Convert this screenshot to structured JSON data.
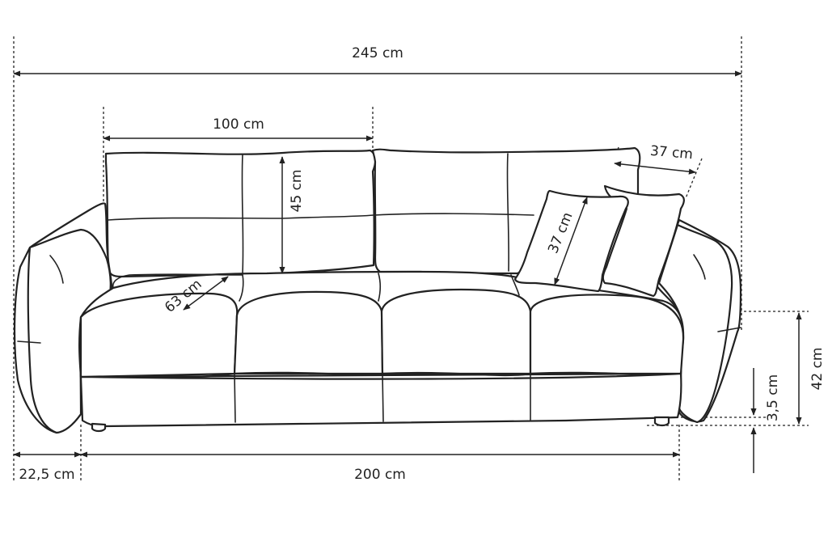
{
  "dimensions": {
    "total_width": "245 cm",
    "cushion_width": "100 cm",
    "cushion_height": "45 cm",
    "pillow_width": "37 cm",
    "pillow_height": "37 cm",
    "seat_depth": "63 cm",
    "seat_height": "42 cm",
    "leg_height": "3,5 cm",
    "armrest_width": "22,5 cm",
    "seat_width": "200 cm"
  }
}
